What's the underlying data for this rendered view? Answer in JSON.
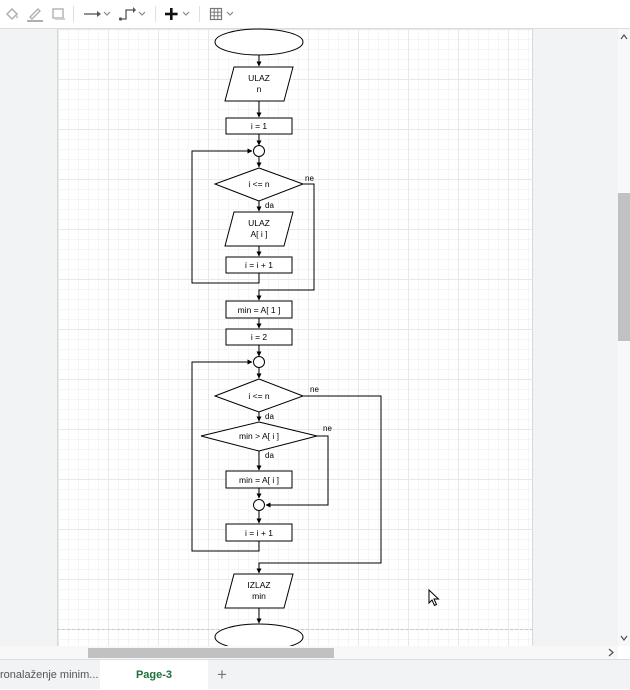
{
  "toolbar": {
    "icons": [
      "fill-color-icon",
      "line-color-icon",
      "shadow-icon",
      "connection-icon",
      "waypoints-icon",
      "insert-icon",
      "table-icon"
    ]
  },
  "diagram": {
    "nodes": {
      "input1": {
        "line1": "ULAZ",
        "line2": "n"
      },
      "assign_i1": "i = 1",
      "cond1": "i <= n",
      "input2": {
        "line1": "ULAZ",
        "line2": "A[ i ]"
      },
      "inc1": "i = i + 1",
      "assign_min": "min = A[ 1 ]",
      "assign_i2": "i = 2",
      "cond2": "i <= n",
      "cond3": "min > A[ i ]",
      "assign_min2": "min = A[ i ]",
      "inc2": "i = i + 1",
      "output": {
        "line1": "IZLAZ",
        "line2": "min"
      }
    },
    "labels": {
      "ne1": "ne",
      "da1": "da",
      "ne2": "ne",
      "da2": "da",
      "ne3": "ne",
      "da3": "da"
    }
  },
  "tabs": {
    "prev": "ronalaženje minim...",
    "active": "Page-3",
    "add": "+"
  }
}
